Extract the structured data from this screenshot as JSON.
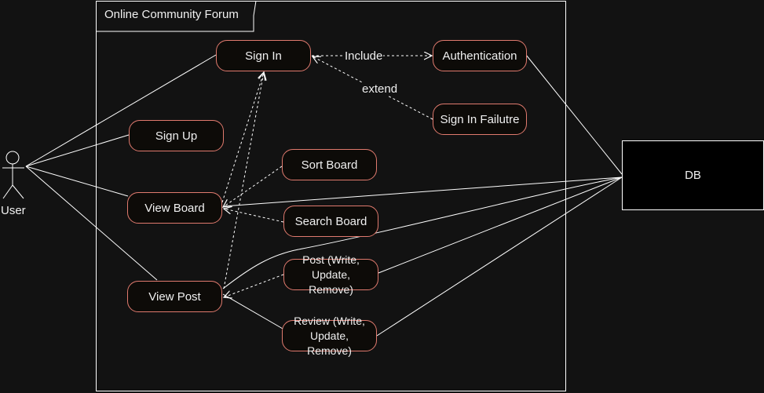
{
  "system": {
    "title": "Online Community Forum"
  },
  "actor": {
    "label": "User"
  },
  "db": {
    "label": "DB"
  },
  "use_cases": {
    "sign_in": "Sign In",
    "sign_up": "Sign Up",
    "view_board": "View Board",
    "view_post": "View Post",
    "authentication": "Authentication",
    "sign_in_failure": "Sign In Failutre",
    "sort_board": "Sort Board",
    "search_board": "Search Board",
    "post_crud": [
      "Post (Write,",
      "Update,",
      "Remove)"
    ],
    "review_crud": [
      "Review (Write,",
      "Update,",
      "Remove)"
    ]
  },
  "relations": {
    "include": "Include",
    "extend": "extend"
  },
  "colors": {
    "background": "#121212",
    "use_case_fill": "#0d0b08",
    "use_case_border": "#e07a6e",
    "line": "#ffffff"
  }
}
